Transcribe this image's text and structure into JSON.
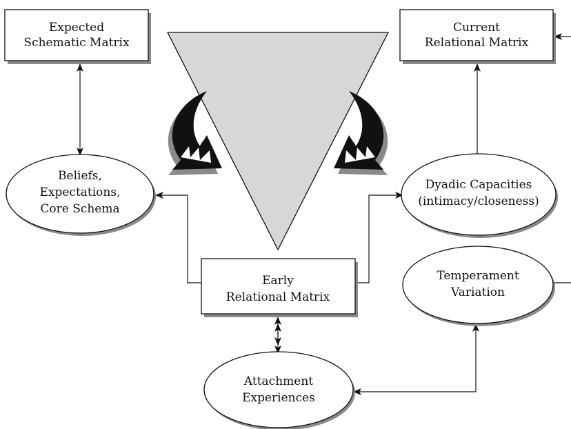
{
  "nodes": {
    "expected_schematic_matrix": {
      "lines": [
        "Expected",
        "Schematic Matrix"
      ]
    },
    "current_relational_matrix": {
      "lines": [
        "Current",
        "Relational Matrix"
      ]
    },
    "beliefs_expectations": {
      "lines": [
        "Beliefs,",
        "Expectations,",
        "Core Schema"
      ]
    },
    "dyadic_capacities": {
      "lines": [
        "Dyadic Capacities",
        "(intimacy/closeness)"
      ]
    },
    "early_relational_matrix": {
      "lines": [
        "Early",
        "Relational Matrix"
      ]
    },
    "temperament_variation": {
      "lines": [
        "Temperament",
        "Variation"
      ]
    },
    "attachment_experiences": {
      "lines": [
        "Attachment",
        "Experiences"
      ]
    }
  },
  "colors": {
    "triangle_fill": "#d7d7d7",
    "stroke": "#111111",
    "shadow": "#8a8a8a",
    "background": "#ffffff"
  },
  "icons": {
    "left_curved_arrow": "curved-arrow-down-right-icon",
    "right_curved_arrow": "curved-arrow-down-left-icon"
  }
}
